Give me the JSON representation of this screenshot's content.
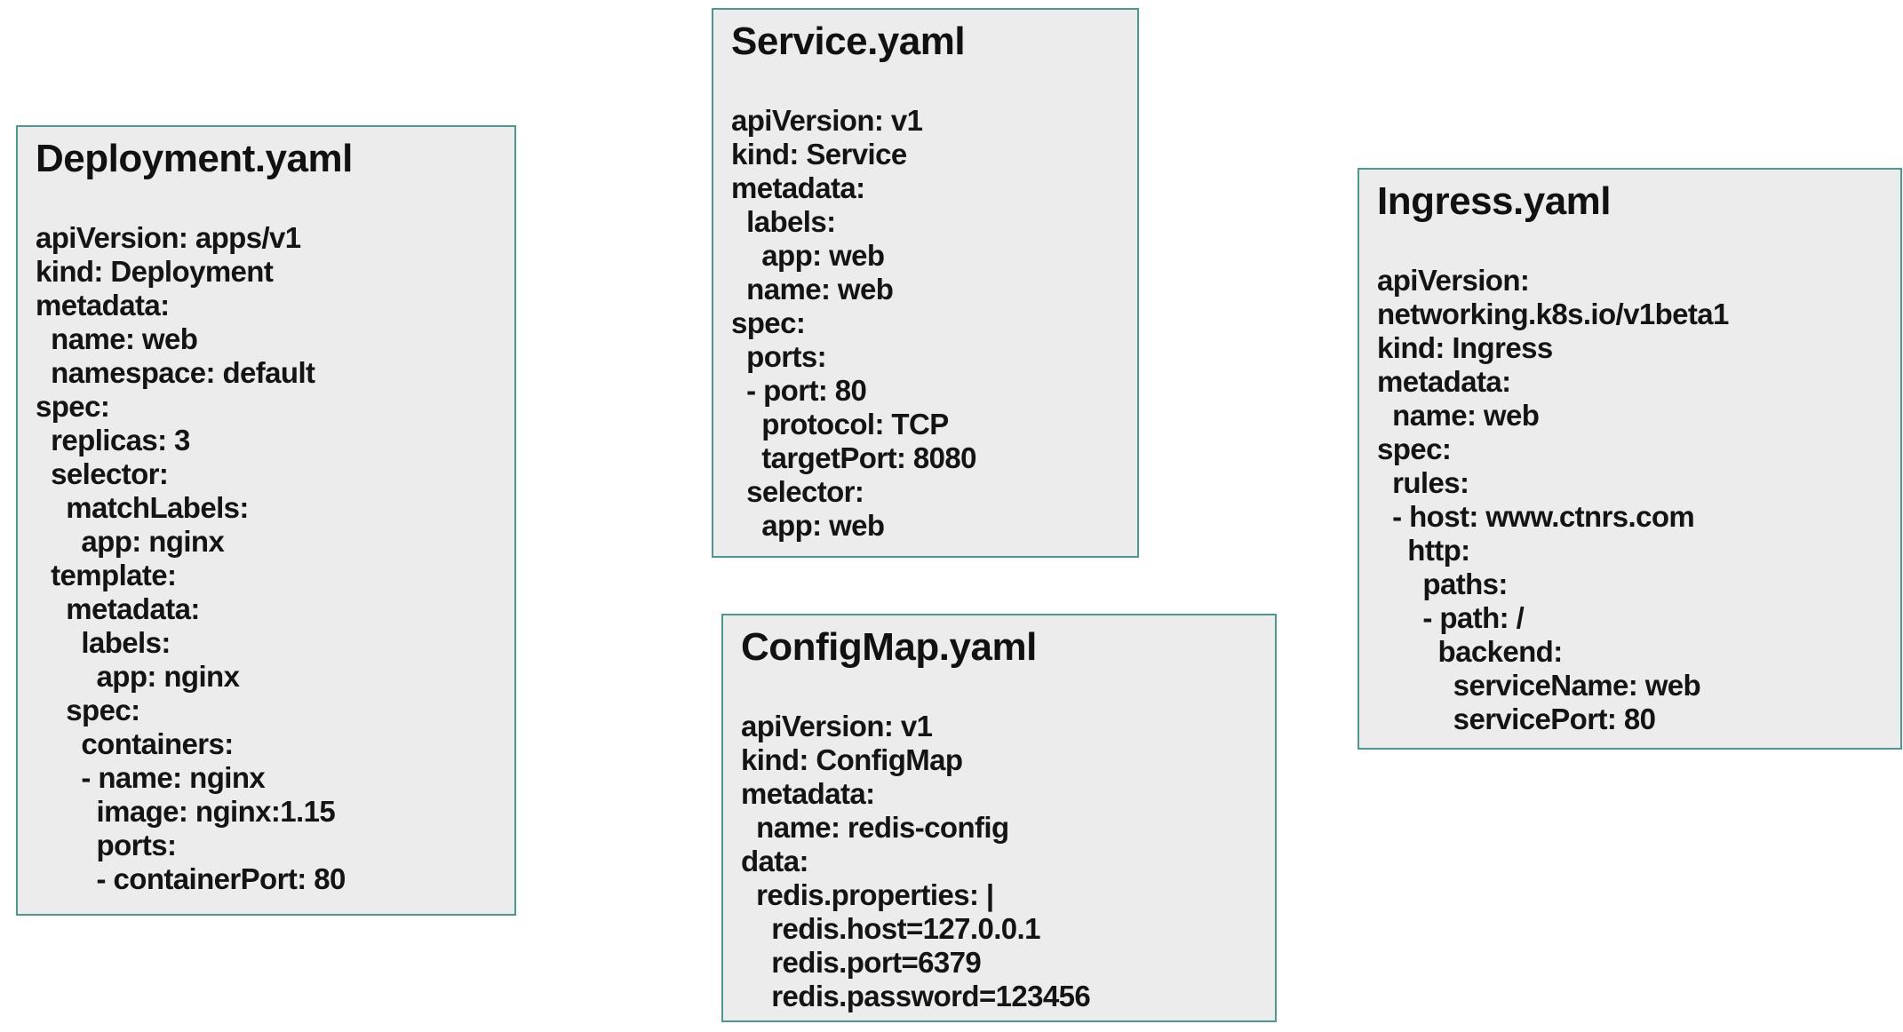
{
  "style": {
    "page_background": "#ffffff",
    "card_background": "#ececec",
    "card_border_color": "#4a9a92",
    "text_color": "#141414"
  },
  "cards": [
    {
      "title": "Deployment.yaml",
      "yaml": "apiVersion: apps/v1\nkind: Deployment\nmetadata:\n  name: web\n  namespace: default\nspec:\n  replicas: 3\n  selector:\n    matchLabels:\n      app: nginx\n  template:\n    metadata:\n      labels:\n        app: nginx\n    spec:\n      containers:\n      - name: nginx\n        image: nginx:1.15\n        ports:\n        - containerPort: 80"
    },
    {
      "title": "Service.yaml",
      "yaml": "apiVersion: v1\nkind: Service\nmetadata:\n  labels:\n    app: web\n  name: web\nspec:\n  ports:\n  - port: 80\n    protocol: TCP\n    targetPort: 8080\n  selector:\n    app: web"
    },
    {
      "title": "ConfigMap.yaml",
      "yaml": "apiVersion: v1\nkind: ConfigMap\nmetadata:\n  name: redis-config\ndata:\n  redis.properties: |\n    redis.host=127.0.0.1\n    redis.port=6379\n    redis.password=123456"
    },
    {
      "title": "Ingress.yaml",
      "yaml": "apiVersion:\nnetworking.k8s.io/v1beta1\nkind: Ingress\nmetadata:\n  name: web\nspec:\n  rules:\n  - host: www.ctnrs.com\n    http:\n      paths:\n      - path: /\n        backend:\n          serviceName: web\n          servicePort: 80"
    }
  ]
}
